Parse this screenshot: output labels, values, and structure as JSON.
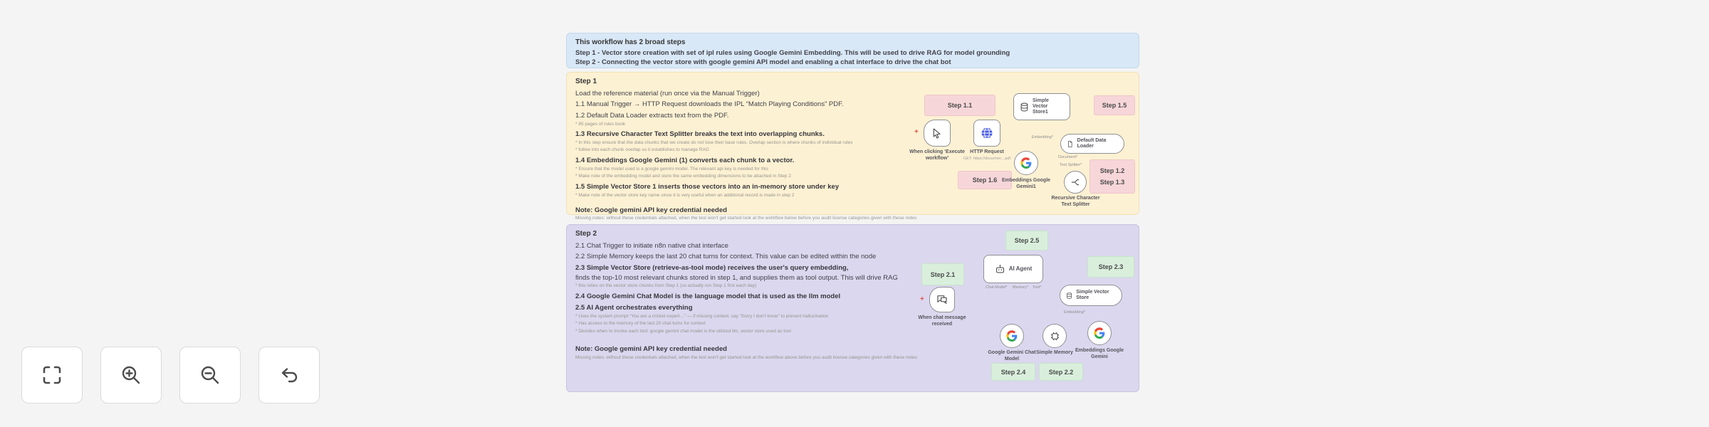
{
  "colors": {
    "canvas_bg": "#f4f4f4",
    "note_blue": "#d9e8f7",
    "note_orange": "#fdf1d3",
    "note_purple": "#dbd7ee",
    "label_pink": "#f7d6d9",
    "label_green": "#d9efdc"
  },
  "notes": {
    "overview": {
      "title": "This workflow has 2 broad steps",
      "line1": "Step 1 - Vector store creation with set of ipl rules using Google Gemini Embedding. This will be used to drive RAG for model grounding",
      "line2": "Step 2 - Connecting the vector store with google gemini API model and enabling a chat interface to drive the chat bot"
    },
    "step1": {
      "heading": "Step 1",
      "intro": "Load the reference material (run once via the Manual Trigger)",
      "l11": "1.1 Manual Trigger → HTTP Request downloads the IPL “Match Playing Conditions” PDF.",
      "l12": "1.2 Default Data Loader extracts text from the PDF.",
      "l12_sub": "* 85 pages of rules book",
      "l13": "1.3 Recursive Character Text Splitter breaks the text into overlapping chunks.",
      "l13_sub1": "* In this step ensure that the data chunks that we create do not lose their base rules. Overlap section is where chunks of individual rules",
      "l13_sub2": "* follow into each chunk overlap so it establishes to manage RAG",
      "l14": "1.4 Embeddings Google Gemini (1) converts each chunk to a vector.",
      "l14_sub1": "* Ensure that the model used is a google gemini model. The relevant api key is needed for this",
      "l14_sub2": "* Make note of the embedding model and store the same embedding dimensions to be attached in Step 2",
      "l15": "1.5 Simple Vector Store 1 inserts those vectors into an in-memory store under key",
      "l15_sub": "* Make note of the vector store key name since it is very useful when an additional record is made in step 2",
      "note": "Note: Google gemini API key credential needed",
      "note_sub": "Missing notes: without these credentials attached, when the test won't get started look at the workflow below before you audit license categories given with these notes"
    },
    "step2": {
      "heading": "Step 2",
      "l21": "2.1 Chat Trigger to initiate n8n native chat interface",
      "l22": "2.2 Simple Memory keeps the last 20 chat turns for context. This value can be edited within the node",
      "l23a": "2.3 Simple Vector Store (retrieve-as-tool mode) receives the user's query embedding,",
      "l23b": "finds the top-10 most relevant chunks stored in step 1, and supplies them as tool output. This will drive RAG",
      "l23_sub": "* this relies on the vector store chunks from Step 1 (so actually run Step 1 first each day)",
      "l24": "2.4 Google Gemini Chat Model is the language model that is used as the llm model",
      "l25": "2.5 AI Agent orchestrates everything",
      "l25_sub1": "* Uses the system prompt “You are a cricket expert…” — if missing context, say “Sorry I don't know” to prevent hallucination",
      "l25_sub2": "* Has access to the memory of the last 20 chat turns for context",
      "l25_sub3": "* Decides when to invoke each tool: google gemini chat model is the utilized llm, vector store used as tool",
      "note": "Note: Google gemini API key credential needed",
      "note_sub": "Missing notes: without these credentials attached, when the test won't get started look at the workflow above before you audit license categories given with these notes"
    }
  },
  "diagram1": {
    "labels": {
      "s11": "Step 1.1",
      "s15": "Step 1.5",
      "s16": "Step 1.6",
      "s12": "Step 1.2",
      "s13": "Step 1.3"
    },
    "nodes": {
      "trigger": "When clicking ‘Execute workflow’",
      "http": "HTTP Request",
      "http_sub": "GET: https://documen…pdf",
      "vstore": "Simple Vector Store1",
      "embeddings": "Embeddings Google Gemini1",
      "loader": "Default Data Loader",
      "splitter": "Recursive Character Text Splitter"
    },
    "conns": {
      "embedding": "Embedding*",
      "document": "Document*",
      "splitter": "Text Splitter*"
    },
    "error_marker": "+"
  },
  "diagram2": {
    "labels": {
      "s25": "Step 2.5",
      "s21": "Step 2.1",
      "s23": "Step 2.3",
      "s24": "Step 2.4",
      "s22": "Step 2.2"
    },
    "nodes": {
      "chat_trigger": "When chat message received",
      "agent": "AI Agent",
      "vstore": "Simple Vector Store",
      "chat_model": "Google Gemini Chat Model",
      "memory": "Simple Memory",
      "embeddings": "Embeddings Google Gemini"
    },
    "conns": {
      "chat_model": "Chat Model*",
      "memory": "Memory*",
      "tool": "Tool*",
      "embedding": "Embedding*"
    },
    "error_marker": "+"
  },
  "controls": {
    "fit_view": "fit-view",
    "zoom_in": "zoom-in",
    "zoom_out": "zoom-out",
    "reset": "reset-zoom"
  }
}
